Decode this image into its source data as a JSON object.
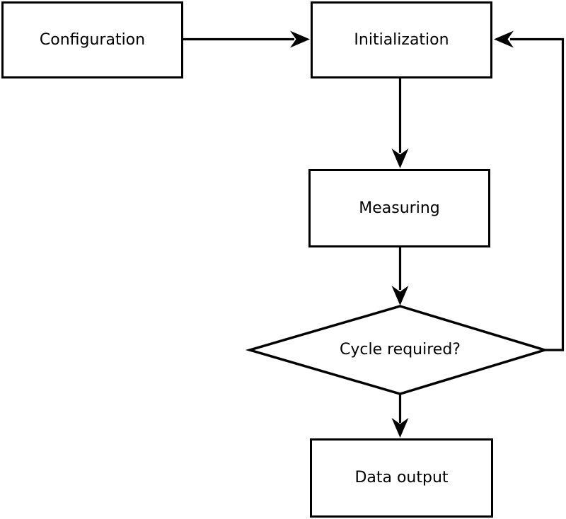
{
  "diagram": {
    "type": "flowchart",
    "colors": {
      "stroke": "#000000",
      "fill": "#ffffff",
      "text": "#000000"
    },
    "nodes": {
      "configuration": {
        "label": "Configuration",
        "shape": "rectangle"
      },
      "initialization": {
        "label": "Initialization",
        "shape": "rectangle"
      },
      "measuring": {
        "label": "Measuring",
        "shape": "rectangle"
      },
      "cycle_decision": {
        "label": "Cycle required?",
        "shape": "diamond"
      },
      "data_output": {
        "label": "Data output",
        "shape": "rectangle"
      }
    },
    "edges": [
      {
        "from": "configuration",
        "to": "initialization",
        "route": "horizontal-right"
      },
      {
        "from": "initialization",
        "to": "measuring",
        "route": "vertical-down"
      },
      {
        "from": "measuring",
        "to": "cycle_decision",
        "route": "vertical-down"
      },
      {
        "from": "cycle_decision",
        "to": "data_output",
        "route": "vertical-down"
      },
      {
        "from": "cycle_decision",
        "to": "initialization",
        "route": "loop-right-up"
      }
    ]
  }
}
